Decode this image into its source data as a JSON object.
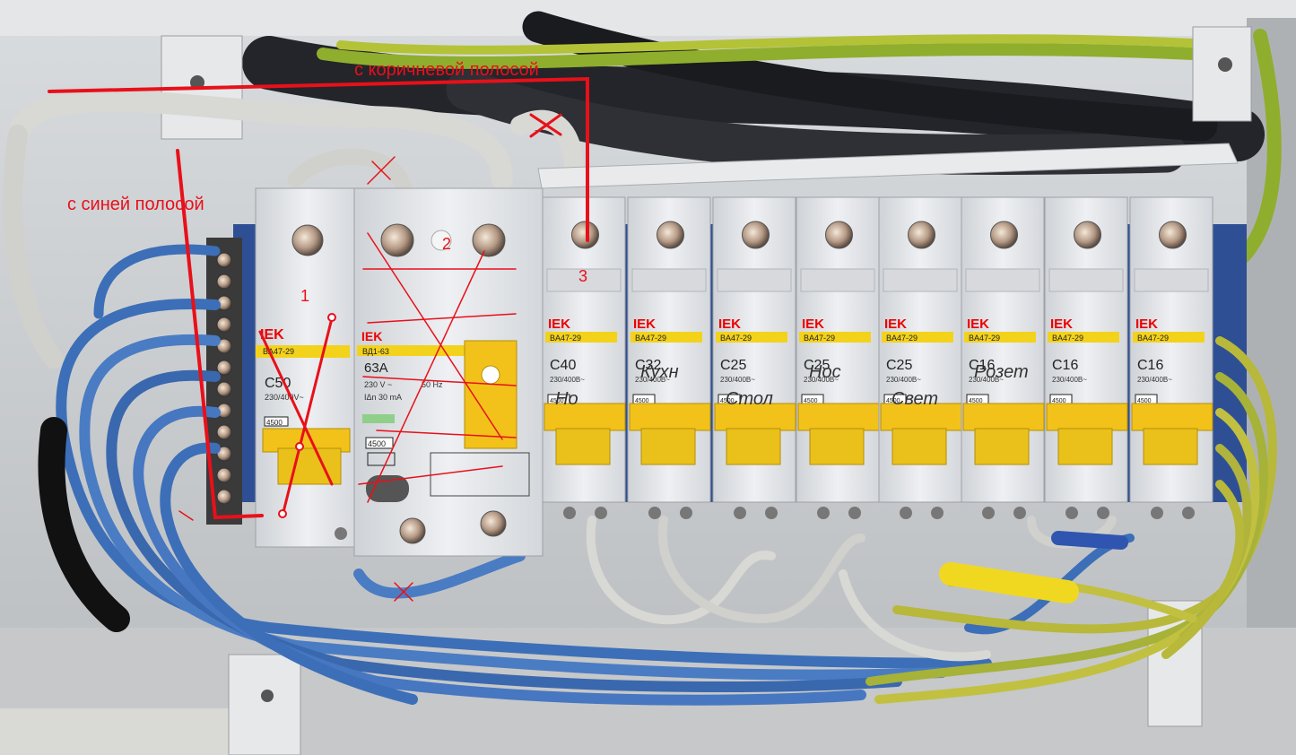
{
  "annotations": {
    "brown_stripe": "с коричневой полосой",
    "blue_stripe": "с синей полосой",
    "num1": "1",
    "num2": "2",
    "num3": "3"
  },
  "colors": {
    "annotation": "#e8101a",
    "breaker_body": "#e4e6ea",
    "lever": "#f2c21a",
    "label_strip": "#f3d21c",
    "wire_blue": "#3c6fb8",
    "wire_yellow_green": "#b8b83a",
    "wire_white": "#d8d8d4",
    "din_rail": "#2f4f95"
  },
  "main_breaker": {
    "brand": "IEK",
    "model": "BA47-29",
    "rating": "C50",
    "voltage": "230/400V~",
    "capacity": "4500"
  },
  "rcd": {
    "brand": "IEK",
    "model": "ВД1-63",
    "current": "63A",
    "voltage": "230 V ~",
    "frequency": "50 Hz",
    "leakage": "IΔn 30 mA",
    "capacity": "4500"
  },
  "breakers": [
    {
      "brand": "IEK",
      "model": "BA47-29",
      "rating": "C40",
      "voltage": "230/400B~",
      "capacity": "4500",
      "note": "Но"
    },
    {
      "brand": "IEK",
      "model": "BA47-29",
      "rating": "C32",
      "voltage": "230/400B~",
      "capacity": "4500",
      "note": "Кухн"
    },
    {
      "brand": "IEK",
      "model": "BA47-29",
      "rating": "C25",
      "voltage": "230/400B~",
      "capacity": "4500",
      "note": "Стол"
    },
    {
      "brand": "IEK",
      "model": "BA47-29",
      "rating": "C25",
      "voltage": "230/400B~",
      "capacity": "4500",
      "note": "Нос"
    },
    {
      "brand": "IEK",
      "model": "BA47-29",
      "rating": "C25",
      "voltage": "230/400B~",
      "capacity": "4500",
      "note": "Свет"
    },
    {
      "brand": "IEK",
      "model": "BA47-29",
      "rating": "C16",
      "voltage": "230/400B~",
      "capacity": "4500",
      "note": "Розет"
    },
    {
      "brand": "IEK",
      "model": "BA47-29",
      "rating": "C16",
      "voltage": "230/400B~",
      "capacity": "4500",
      "note": ""
    },
    {
      "brand": "IEK",
      "model": "BA47-29",
      "rating": "C16",
      "voltage": "230/400B~",
      "capacity": "4500",
      "note": ""
    }
  ]
}
